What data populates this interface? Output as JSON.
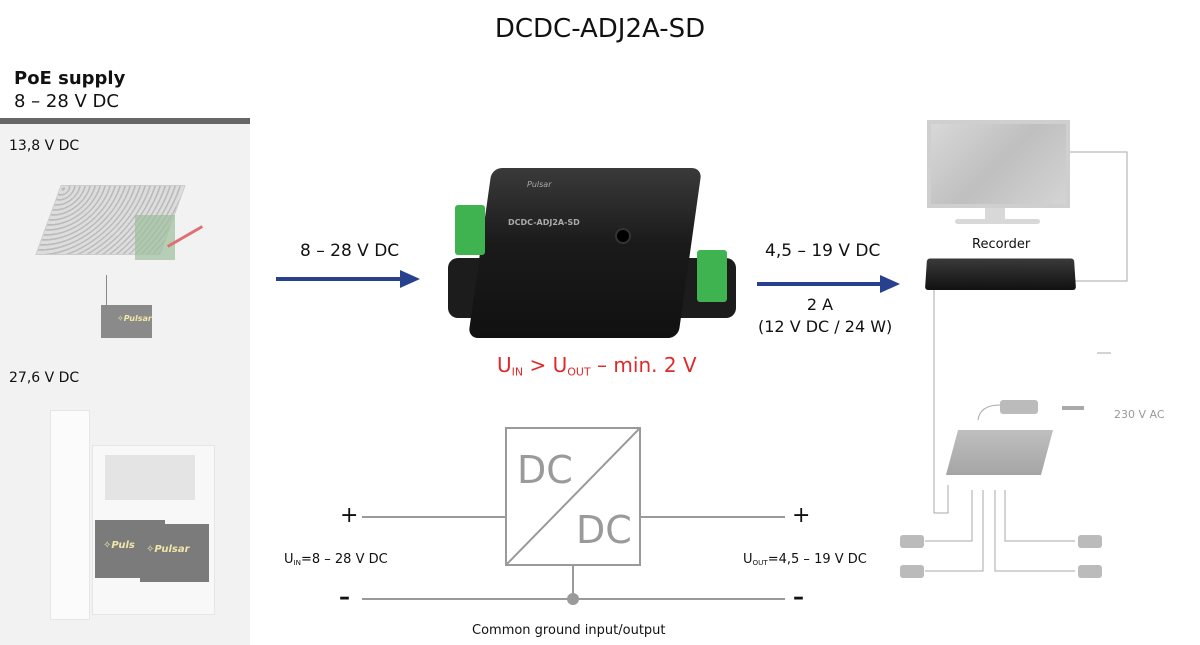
{
  "title": "DCDC-ADJ2A-SD",
  "left_panel": {
    "heading": "PoE supply",
    "range": "8 – 28 V DC",
    "items": [
      {
        "label": "13,8 V DC",
        "brand": "Pulsar"
      },
      {
        "label": "27,6 V DC",
        "brand": "Pulsar"
      }
    ]
  },
  "input_arrow": {
    "label": "8 – 28 V DC"
  },
  "device": {
    "model_text": "DCDC-ADJ2A-SD",
    "brand": "Pulsar"
  },
  "condition": {
    "u": "U",
    "in_sub": "IN",
    "gt": " > U",
    "out_sub": "OUT",
    "rest": " – min. 2 V"
  },
  "output_arrow": {
    "voltage": "4,5 – 19 V DC",
    "current": "2 A",
    "power": "(12 V DC / 24 W)"
  },
  "schematic": {
    "box_top": "DC",
    "box_bottom": "DC",
    "plus": "+",
    "minus": "–",
    "uin": {
      "u": "U",
      "sub": "IN",
      "value": "=8 – 28  V DC"
    },
    "uout": {
      "u": "U",
      "sub": "OUT",
      "value": "=4,5 – 19 V DC"
    },
    "ground_label": "Common ground input/output"
  },
  "system": {
    "recorder_label": "Recorder",
    "ac_label": "230 V AC"
  },
  "colors": {
    "arrow": "#27418f",
    "condition": "#e02a2a",
    "schematic": "#9a9a9a",
    "panel": "#f2f2f2",
    "panel_bar": "#666666"
  }
}
